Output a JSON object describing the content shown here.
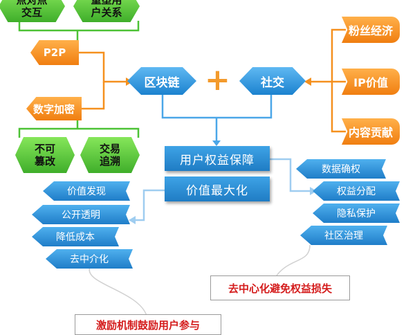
{
  "green_top": [
    {
      "line1": "点对点",
      "line2": "交互"
    },
    {
      "line1": "重塑用",
      "line2": "户关系"
    }
  ],
  "green_bottom": [
    {
      "line1": "不可",
      "line2": "篡改"
    },
    {
      "line1": "交易",
      "line2": "追溯"
    }
  ],
  "left_orange": {
    "p2p": "P2P",
    "crypto": "数字加密"
  },
  "center": {
    "blockchain": "区块链",
    "social": "社交",
    "plus": "+"
  },
  "right_orange": [
    "粉丝经济",
    "IP价值",
    "内容贡献"
  ],
  "main_boxes": {
    "rights": "用户权益保障",
    "value": "价值最大化"
  },
  "left_chips": [
    "价值发现",
    "公开透明",
    "降低成本",
    "去中介化"
  ],
  "right_chips": [
    "数据确权",
    "权益分配",
    "隐私保护",
    "社区治理"
  ],
  "callouts": {
    "right": "去中心化避免权益损失",
    "bottom": "激励机制鼓励用户参与"
  },
  "colors": {
    "green": "#4cc235",
    "orange": "#f5901e",
    "blue": "#2b8fd8",
    "callout_red": "#d41c1c"
  }
}
